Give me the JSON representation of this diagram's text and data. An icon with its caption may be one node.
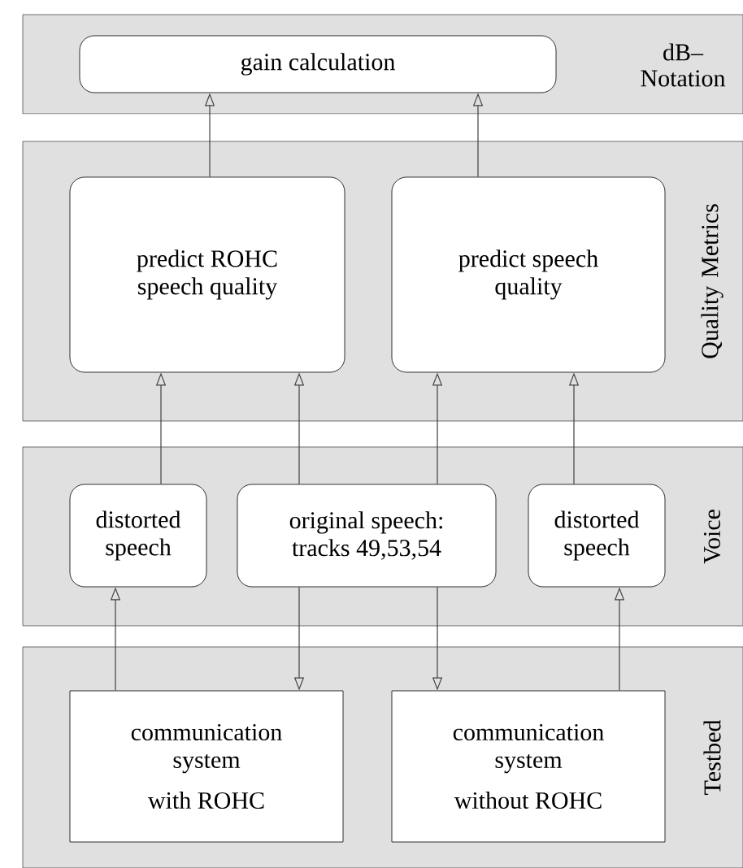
{
  "diagram": {
    "nodes": [
      {
        "text": [
          "dB– Notation"
        ]
      },
      {
        "text": [
          "gain calculation"
        ],
        "in": 0
      },
      {
        "text": [
          "Quality Metrics"
        ]
      },
      {
        "text": [
          "predict ROHC speech quality"
        ],
        "in": 2
      },
      {
        "text": [
          "predict speech quality"
        ],
        "in": 2
      },
      {
        "text": [
          "Voice"
        ]
      },
      {
        "text": [
          "distorted speech"
        ],
        "in": 5
      },
      {
        "text": [
          "original speech: tracks 49,53,54"
        ],
        "in": 5
      },
      {
        "text": [
          "distorted speech"
        ],
        "in": 5
      },
      {
        "text": [
          "Testbed"
        ]
      },
      {
        "text": [
          "communication system",
          "with ROHC"
        ],
        "in": 9
      },
      {
        "text": [
          "communication system",
          "without ROHC"
        ],
        "in": 9
      }
    ],
    "edges": [
      {
        "from": 3,
        "to": 1,
        "arrow": "to"
      },
      {
        "from": 4,
        "to": 1,
        "arrow": "to"
      },
      {
        "from": 6,
        "to": 3,
        "arrow": "to"
      },
      {
        "from": 7,
        "to": 3,
        "arrow": "to"
      },
      {
        "from": 7,
        "to": 4,
        "arrow": "to"
      },
      {
        "from": 8,
        "to": 4,
        "arrow": "to"
      },
      {
        "from": 10,
        "to": 6,
        "arrow": "to"
      },
      {
        "from": 7,
        "to": 10,
        "arrow": "to"
      },
      {
        "from": 7,
        "to": 11,
        "arrow": "to"
      },
      {
        "from": 11,
        "to": 8,
        "arrow": "to"
      }
    ]
  }
}
